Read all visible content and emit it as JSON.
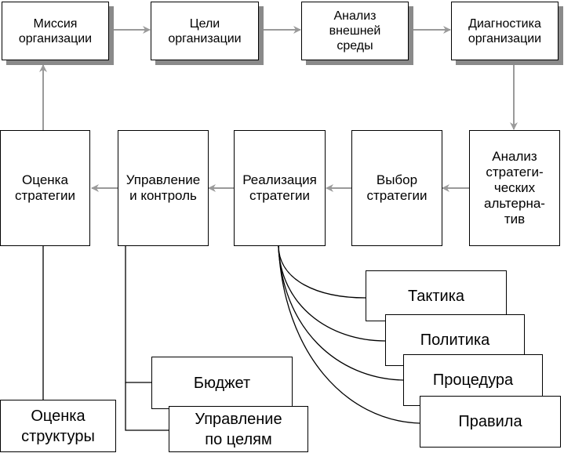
{
  "colors": {
    "arrow": "#9a9a9a",
    "line": "#000000",
    "shadow": "#8a8a8a"
  },
  "top_row": {
    "mission": "Миссия\nорганизации",
    "goals": "Цели\nорганизации",
    "env_analysis": "Анализ\nвнешней\nсреды",
    "diagnostics": "Диагностика\nорганизации"
  },
  "middle_row": {
    "alternatives": "Анализ\nстратеги-\nческих\nальтерна-\nтив",
    "choice": "Выбор\nстратегии",
    "implementation": "Реализация\nстратегии",
    "control": "Управление\nи контроль",
    "evaluation": "Оценка\nстратегии"
  },
  "implementation_tools": {
    "tactics": "Тактика",
    "policy": "Политика",
    "procedure": "Процедура",
    "rules": "Правила"
  },
  "control_tools": {
    "budget": "Бюджет",
    "mbo": "Управление\nпо целям"
  },
  "structure_eval": "Оценка\nструктуры"
}
